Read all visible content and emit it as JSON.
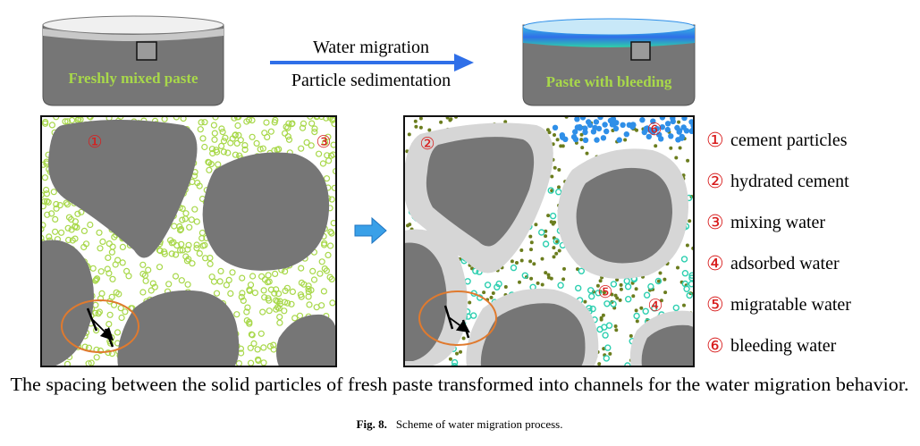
{
  "top": {
    "left_cylinder_label": "Freshly mixed paste",
    "right_cylinder_label": "Paste with bleeding",
    "arrow_label_top": "Water migration",
    "arrow_label_bottom": "Particle sedimentation"
  },
  "left_panel": {
    "marker_1": "①",
    "marker_3": "③"
  },
  "right_panel": {
    "marker_2": "②",
    "marker_4": "④",
    "marker_5": "⑤",
    "marker_6": "⑥"
  },
  "legend": [
    {
      "num": "①",
      "text": "cement particles"
    },
    {
      "num": "②",
      "text": "hydrated cement"
    },
    {
      "num": "③",
      "text": "mixing water"
    },
    {
      "num": "④",
      "text": "adsorbed water"
    },
    {
      "num": "⑤",
      "text": "migratable water"
    },
    {
      "num": "⑥",
      "text": "bleeding water"
    }
  ],
  "caption": {
    "main": "The spacing between the solid particles of fresh paste transformed into channels for the water migration behavior.",
    "fig_label": "Fig. 8.",
    "fig_title": "Scheme of water migration process."
  },
  "colors": {
    "cement": "#767676",
    "hydrated": "#d6d6d6",
    "mixing_water": "#a8d84a",
    "adsorbed_water": "#6b7d1e",
    "migratable_water": "#2dcfb0",
    "bleeding_water": "#2f8fe8",
    "marker_red": "#d81d1d",
    "ring": "#e07a2e"
  }
}
